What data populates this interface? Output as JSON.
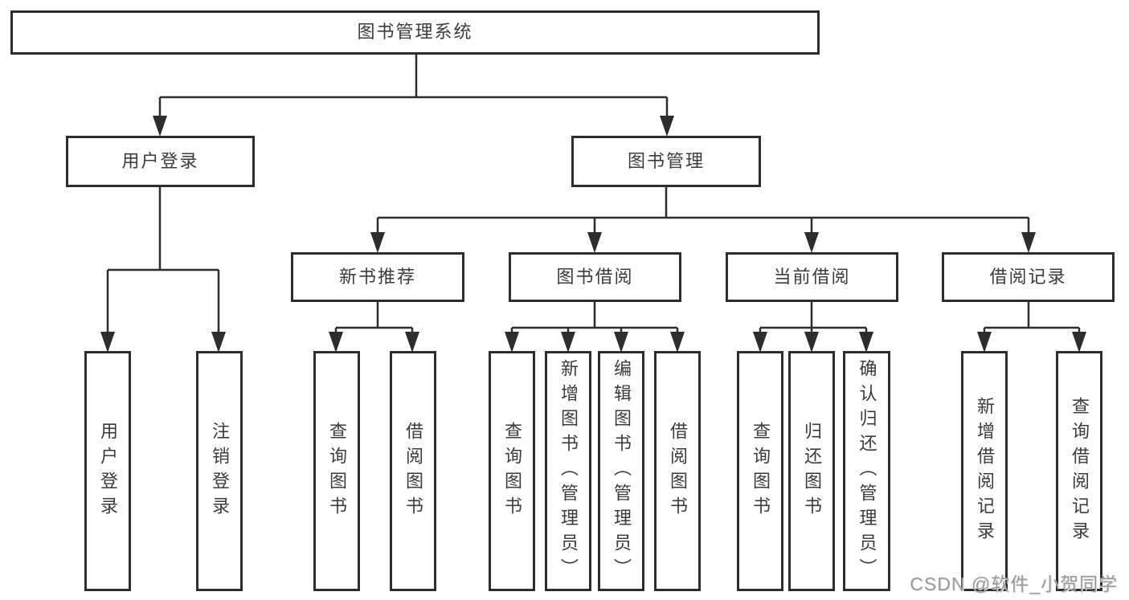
{
  "tree": {
    "label": "图书管理系统",
    "children": [
      {
        "label": "用户登录",
        "children": [
          {
            "label": "用户登录"
          },
          {
            "label": "注销登录"
          }
        ]
      },
      {
        "label": "图书管理",
        "children": [
          {
            "label": "新书推荐",
            "children": [
              {
                "label": "查询图书"
              },
              {
                "label": "借阅图书"
              }
            ]
          },
          {
            "label": "图书借阅",
            "children": [
              {
                "label": "查询图书"
              },
              {
                "label": "新增图书（管理员）"
              },
              {
                "label": "编辑图书（管理员）"
              },
              {
                "label": "借阅图书"
              }
            ]
          },
          {
            "label": "当前借阅",
            "children": [
              {
                "label": "查询图书"
              },
              {
                "label": "归还图书"
              },
              {
                "label": "确认归还（管理员）"
              }
            ]
          },
          {
            "label": "借阅记录",
            "children": [
              {
                "label": "新增借阅记录"
              },
              {
                "label": "查询借阅记录"
              }
            ]
          }
        ]
      }
    ]
  },
  "watermark": {
    "text": "CSDN @软件_小贺同学"
  },
  "colors": {
    "background": "#ffffff",
    "line": "#2d2d2d",
    "box_border": "#2d2d2d",
    "text": "#3b3b3b",
    "watermark": "#9a9a9a"
  }
}
